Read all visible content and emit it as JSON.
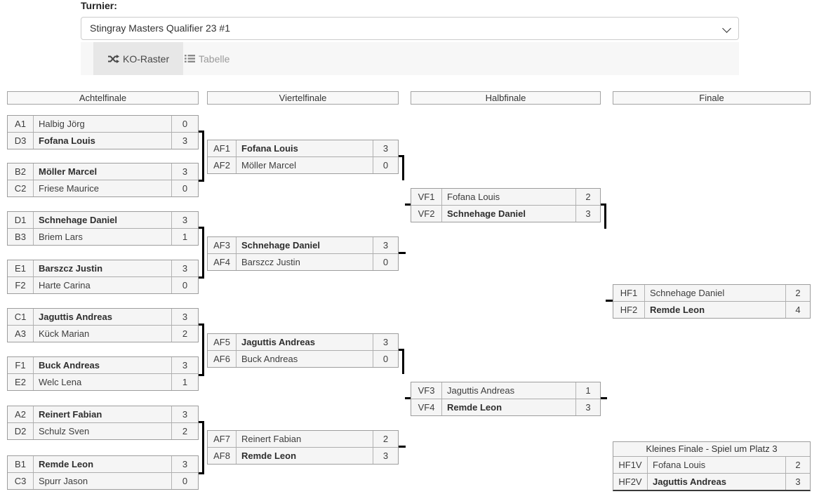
{
  "header": {
    "tournament_label": "Turnier:",
    "tournament_select": {
      "value": "Stingray Masters Qualifier 23 #1"
    },
    "tabs": [
      {
        "label": "KO-Raster",
        "icon": "shuffle-icon",
        "active": true
      },
      {
        "label": "Tabelle",
        "icon": "list-icon",
        "active": false
      }
    ]
  },
  "bracket": {
    "rounds": [
      {
        "title": "Achtelfinale",
        "matches": [
          {
            "rows": [
              {
                "code": "A1",
                "name": "Halbig Jörg",
                "score": "0",
                "winner": false
              },
              {
                "code": "D3",
                "name": "Fofana Louis",
                "score": "3",
                "winner": true
              }
            ]
          },
          {
            "rows": [
              {
                "code": "B2",
                "name": "Möller Marcel",
                "score": "3",
                "winner": true
              },
              {
                "code": "C2",
                "name": "Friese Maurice",
                "score": "0",
                "winner": false
              }
            ]
          },
          {
            "rows": [
              {
                "code": "D1",
                "name": "Schnehage Daniel",
                "score": "3",
                "winner": true
              },
              {
                "code": "B3",
                "name": "Briem Lars",
                "score": "1",
                "winner": false
              }
            ]
          },
          {
            "rows": [
              {
                "code": "E1",
                "name": "Barszcz Justin",
                "score": "3",
                "winner": true
              },
              {
                "code": "F2",
                "name": "Harte Carina",
                "score": "0",
                "winner": false
              }
            ]
          },
          {
            "rows": [
              {
                "code": "C1",
                "name": "Jaguttis Andreas",
                "score": "3",
                "winner": true
              },
              {
                "code": "A3",
                "name": "Kück Marian",
                "score": "2",
                "winner": false
              }
            ]
          },
          {
            "rows": [
              {
                "code": "F1",
                "name": "Buck Andreas",
                "score": "3",
                "winner": true
              },
              {
                "code": "E2",
                "name": "Welc Lena",
                "score": "1",
                "winner": false
              }
            ]
          },
          {
            "rows": [
              {
                "code": "A2",
                "name": "Reinert Fabian",
                "score": "3",
                "winner": true
              },
              {
                "code": "D2",
                "name": "Schulz Sven",
                "score": "2",
                "winner": false
              }
            ]
          },
          {
            "rows": [
              {
                "code": "B1",
                "name": "Remde Leon",
                "score": "3",
                "winner": true
              },
              {
                "code": "C3",
                "name": "Spurr Jason",
                "score": "0",
                "winner": false
              }
            ]
          }
        ]
      },
      {
        "title": "Viertelfinale",
        "matches": [
          {
            "rows": [
              {
                "code": "AF1",
                "name": "Fofana Louis",
                "score": "3",
                "winner": true
              },
              {
                "code": "AF2",
                "name": "Möller Marcel",
                "score": "0",
                "winner": false
              }
            ]
          },
          {
            "rows": [
              {
                "code": "AF3",
                "name": "Schnehage Daniel",
                "score": "3",
                "winner": true
              },
              {
                "code": "AF4",
                "name": "Barszcz Justin",
                "score": "0",
                "winner": false
              }
            ]
          },
          {
            "rows": [
              {
                "code": "AF5",
                "name": "Jaguttis Andreas",
                "score": "3",
                "winner": true
              },
              {
                "code": "AF6",
                "name": "Buck Andreas",
                "score": "0",
                "winner": false
              }
            ]
          },
          {
            "rows": [
              {
                "code": "AF7",
                "name": "Reinert Fabian",
                "score": "2",
                "winner": false
              },
              {
                "code": "AF8",
                "name": "Remde Leon",
                "score": "3",
                "winner": true
              }
            ]
          }
        ]
      },
      {
        "title": "Halbfinale",
        "matches": [
          {
            "rows": [
              {
                "code": "VF1",
                "name": "Fofana Louis",
                "score": "2",
                "winner": false
              },
              {
                "code": "VF2",
                "name": "Schnehage Daniel",
                "score": "3",
                "winner": true
              }
            ]
          },
          {
            "rows": [
              {
                "code": "VF3",
                "name": "Jaguttis Andreas",
                "score": "1",
                "winner": false
              },
              {
                "code": "VF4",
                "name": "Remde Leon",
                "score": "3",
                "winner": true
              }
            ]
          }
        ]
      },
      {
        "title": "Finale",
        "matches": [
          {
            "rows": [
              {
                "code": "HF1",
                "name": "Schnehage Daniel",
                "score": "2",
                "winner": false
              },
              {
                "code": "HF2",
                "name": "Remde Leon",
                "score": "4",
                "winner": true
              }
            ]
          }
        ]
      }
    ],
    "third_place": {
      "title": "Kleines Finale - Spiel um Platz 3",
      "rows": [
        {
          "code": "HF1V",
          "name": "Fofana Louis",
          "score": "2",
          "winner": false
        },
        {
          "code": "HF2V",
          "name": "Jaguttis Andreas",
          "score": "3",
          "winner": true
        }
      ]
    }
  }
}
